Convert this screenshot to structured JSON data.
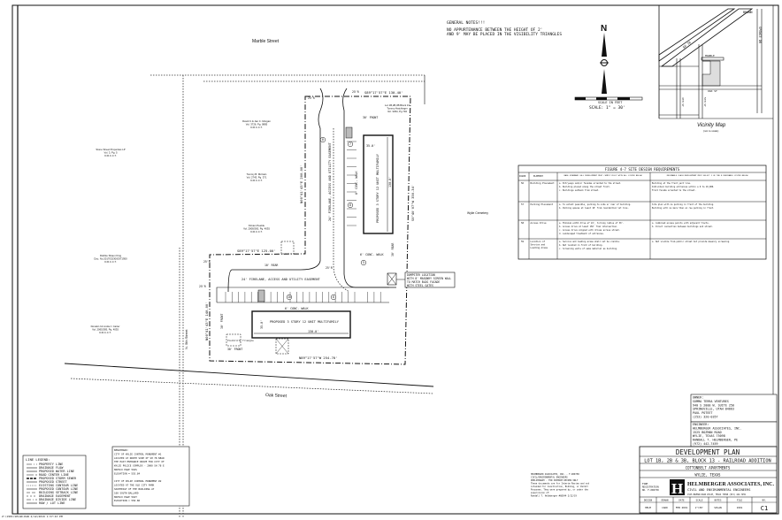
{
  "sheet": {
    "footer_path": "Z:\\1901\\SPLAN.DGN 2/12/2019 1:37:43 PM"
  },
  "notes": {
    "title": "GENERAL NOTES!!!",
    "line1": "NO APPURTENANCE BETWEEN THE HEIGHT OF 2'",
    "line2": "AND 9' MAY BE PLACED IN THE VISIBILITY TRIANGLES"
  },
  "north_arrow": {
    "label": "N",
    "scale_caption": "SCALE IN FEET",
    "scale": "SCALE: 1\" = 30'"
  },
  "vicinity_map": {
    "title": "Vicinity Map",
    "subtitle": "(not to scale)",
    "streets": [
      "SH 78",
      "BROWN",
      "SPENCE DR",
      "MARBLE",
      "OAK ST",
      "5TH ST",
      "4TH ST"
    ]
  },
  "site": {
    "streets": {
      "north": "Marble Street",
      "south": "Oak Street",
      "west": "N. 5th Street"
    },
    "bearings": {
      "north": "S89°17'57\"E  130.40'",
      "east": "S0°40'07\"W  350.34'",
      "south": "N89°17'57\"W  254.70'",
      "west_upper": "N00°41'43\"E  200.00'",
      "west_lower": "N00°41'43\"E  140.00'",
      "step": "S89°17'57\"E  125.00'"
    },
    "buildings": [
      {
        "label": "PROPOSED 3 STORY 12 UNIT MULTIFAMILY",
        "width": "35.0'",
        "length": "130.0'"
      },
      {
        "label": "PROPOSED 3 STORY 12 UNIT MULTIFAMILY",
        "width": "35.0'",
        "length": "130.0'"
      }
    ],
    "easements": [
      "24' FIRELANE, ACCESS AND UTILITY EASEMENT",
      "24' FIRELANE, ACCESS AND UTILITY EASEMENT"
    ],
    "walks": [
      "6' CONC. WALK",
      "6' CONC. WALK",
      "6' CONC. WALK"
    ],
    "radii": [
      "25'R",
      "25'R",
      "25'R",
      "25'R",
      "25'R"
    ],
    "setbacks": [
      "30' FRONT",
      "30' FRONT",
      "30' FRONT",
      "30' REAR",
      "10' REAR"
    ],
    "parking_counts": [
      "8",
      "7",
      "8",
      "10",
      "8",
      "5"
    ],
    "dumpster_note": [
      "DUMPSTER LOCATION",
      "WITH 8' MASONRY SCREEN WALL",
      "TO MATCH BLDG FACADE",
      "WITH STEEL GATES"
    ],
    "visibility_note": "Visibility Triangle",
    "neighbors": [
      {
        "name": "Stone Street Properties LP",
        "rec": "Vol. 3, Pg. 5",
        "ref": "D.R.C.C.T."
      },
      {
        "name": "Robbie Shaun King",
        "rec": "Doc. No.20170323000371950",
        "ref": "D.R.C.C.T."
      },
      {
        "name": "Donald J.& Linda J. Carter",
        "rec": "Vol. 2065/285, Pg. 4035",
        "ref": "D.R.C.C.T."
      },
      {
        "name": "David C.& Jan C. Morgan",
        "rec": "Vol. 3726, Pg. 0885",
        "ref": "D.R.C.C.T."
      },
      {
        "name": "Tommy B. McCain",
        "rec": "Vol. 2743, Pg. 371",
        "ref": "D.R.C.C.T."
      },
      {
        "name": "Kirsten Peeble",
        "rec": "Vol. 2008/265, Pg. 4035",
        "ref": "D.R.C.C.T."
      },
      {
        "name": "Lot 1B,2B,3B Block 13",
        "rec": "Tommy Hatchinger",
        "ref": "Vol. 3294, Pg.792"
      },
      {
        "name": "Wylie Cemetery",
        "rec": "",
        "ref": ""
      }
    ]
  },
  "requirements_table": {
    "title": "FIGURE 4-7 SITE DESIGN REQUIREMENTS",
    "headers": [
      "PAGE#",
      "ELEMENT",
      "BASE STANDARD (ALL DEVELOPMENT MUST COMPLY FULLY WITH ALL LISTED BELOW)",
      "DESIRABLE (EACH DEVELOPMENT MUST SELECT 2 OF THE 8 DESIRABLE LISTED BELOW)"
    ],
    "rows": [
      {
        "page": "56",
        "element": "Building Placement",
        "base": [
          "a. Entryways and/or facades oriented to the street.",
          "b. Building placed along the street front.",
          "c. Buildings setback from street."
        ],
        "desirable": [
          "Building at the front yard line.",
          "Individual building entrances within a 0 to 10,000.",
          "Front facade oriented to the street."
        ]
      },
      {
        "page": "57",
        "element": "Parking Placement",
        "base": [
          "a. To extent possible, parking to side or rear of building.",
          "b. Parking spaces at least 10' from residential lot line."
        ],
        "desirable": [
          "Site plan with no parking in front of the building.",
          "Building with no more than on row parking in front."
        ]
      },
      {
        "page": "58",
        "element": "Access Drive",
        "base": [
          "a. Minimum width drive of 24', turning radius of 30'.",
          "b. Access drive at least 150' from intersection.",
          "c. Access drive aligned with drives across street.",
          "d. Landscaped treatment of entrances."
        ],
        "desirable": [
          "a. Combined access points with adjacent tracts.",
          "b. Direct connection between buildings and street."
        ]
      },
      {
        "page": "59",
        "element": "Location of Service and Loading Areas",
        "base": [
          "a. Service and loading areas shall not be visible.",
          "b. Not located in front of building.",
          "c. Screening walls of same material as building."
        ],
        "desirable": [
          "a. Not visible from public street but provide masonry screening."
        ]
      }
    ]
  },
  "owner": {
    "lines": [
      "OWNER:",
      "SUMMA TERRA VENTURES",
      "940 S 2000 W. SUITE 250",
      "SPRINGVILLE, UTAH 84663",
      "PAUL POTEET",
      "(253) 320-0357"
    ]
  },
  "engineer": {
    "lines": [
      "ENGINEER:",
      "HELMBERGER ASSOCIATES, INC.",
      "1525 BOZMAN ROAD",
      "WYLIE, TEXAS 75098",
      "RANDALL T. HELMBERGER, PE",
      "(972) 442-7459"
    ]
  },
  "preliminary_stamp": {
    "lines": [
      "HELMBERGER ASSOCIATES, INC. - F-000758",
      "CIVIL/ENVIRONMENTAL ENGINEERS",
      "PRELIMINARY - FOR INTERIM REVIEW ONLY",
      "These documents are for Interim Review and not",
      "intended for Construction, Bidding, or Permit",
      "Purposes. They were prepared by, or under the",
      "supervision of:",
      "Randall T. Helmberger   #68544   2/12/19"
    ]
  },
  "benchmark": {
    "lines": [
      "BENCHMARK:",
      "CITY OF WYLIE CONTROL MONUMENT #1",
      "LOCATED AT NORTH SIDE OF SH 78 NEAR",
      "THE EAST ENTRANCE DRIVE FOR CITY OF",
      "WYLIE POLICE COMPLEX - 2000 SH 78 E",
      "MAPSCO PAGE 564S",
      "ELEVATION = 555.84",
      "",
      "CITY OF WYLIE CONTROL MONUMENT #2",
      "LOCATED AT THE OLD CITY PARK",
      "SOUTHEAST OF THE BUILDING AT",
      "100 SOUTH BALLARD",
      "MAPSCO PAGE 564T",
      "ELEVATION = 550.80"
    ]
  },
  "legend": {
    "title": "LINE LEGEND:",
    "items": [
      "PROPERTY LINE",
      "DRAINAGE FLOW",
      "PROPOSED WATER LINE",
      "ROAD CENTER LINE",
      "PROPOSED STORM SEWER",
      "PROPOSED STREET",
      "EXISTING CONTOUR LINE",
      "PROPOSED CONTOUR LINE",
      "BUILDING SETBACK LINE",
      "DRAINAGE EASEMENT",
      "DRAINAGE DIVIDE LINE",
      "ROW / LOT LINE"
    ]
  },
  "title_block": {
    "sheet_title": "DEVELOPMENT PLAN",
    "lot": "LOT 1B, 2B & 3B, BLOCK 13 - RAILROAD ADDITION",
    "project": "COTTONBELT APARTMENTS",
    "city": "WYLIE, TEXAS",
    "firm_registration": "FIRM REGISTRATION NO. F-000758",
    "logo_letter": "H",
    "firm": "HELMBERGER ASSOCIATES, INC.",
    "firm_sub": "CIVIL AND ENVIRONMENTAL ENGINEERS",
    "firm_address": "1525 BOZMAN ROAD  WYLIE, TEXAS 75098  (972) 442-7459",
    "fields": [
      {
        "label": "DESIGN",
        "value": "HELM"
      },
      {
        "label": "DRAWN",
        "value": "CADD"
      },
      {
        "label": "DATE",
        "value": "FEB 2019"
      },
      {
        "label": "SCALE",
        "value": "1\"=30'"
      },
      {
        "label": "NOTES",
        "value": "SPLAN"
      },
      {
        "label": "FILE",
        "value": "1901"
      },
      {
        "label": "NO.",
        "value": "C1"
      }
    ]
  }
}
